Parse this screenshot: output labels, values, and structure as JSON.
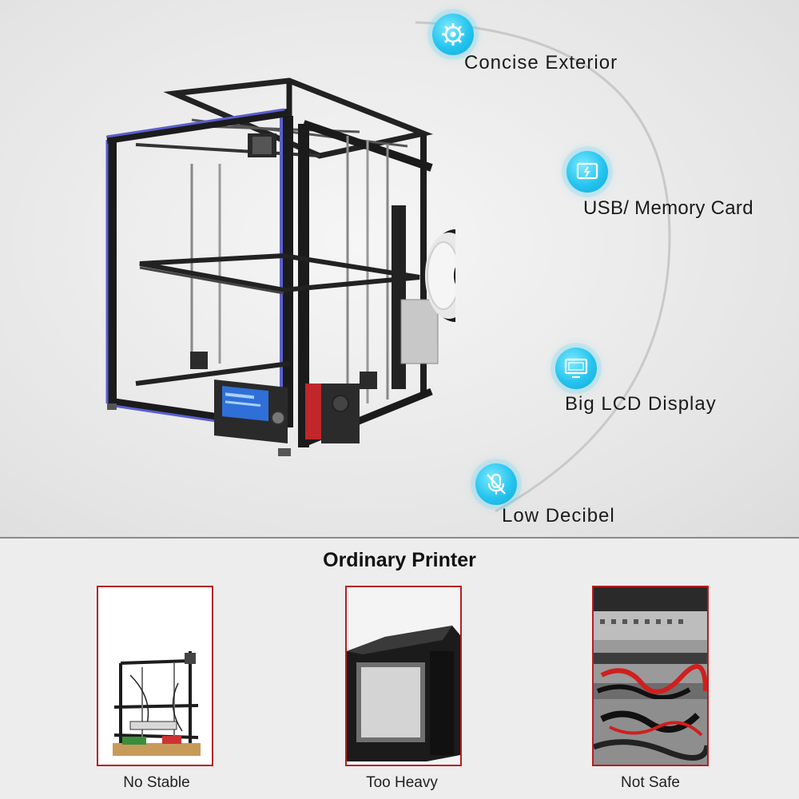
{
  "features": [
    {
      "label": "Concise Exterior",
      "icon": "gear-icon"
    },
    {
      "label": "USB/ Memory Card",
      "icon": "memory-card-icon"
    },
    {
      "label": "Big LCD Display",
      "icon": "monitor-icon"
    },
    {
      "label": "Low Decibel",
      "icon": "mute-icon"
    }
  ],
  "comparison": {
    "title": "Ordinary Printer",
    "items": [
      {
        "caption": "No Stable"
      },
      {
        "caption": "Too Heavy"
      },
      {
        "caption": "Not Safe"
      }
    ]
  },
  "colors": {
    "icon_accent": "#25c4ee",
    "card_border": "#b81d22",
    "frame_accent": "#5a5fd0"
  }
}
